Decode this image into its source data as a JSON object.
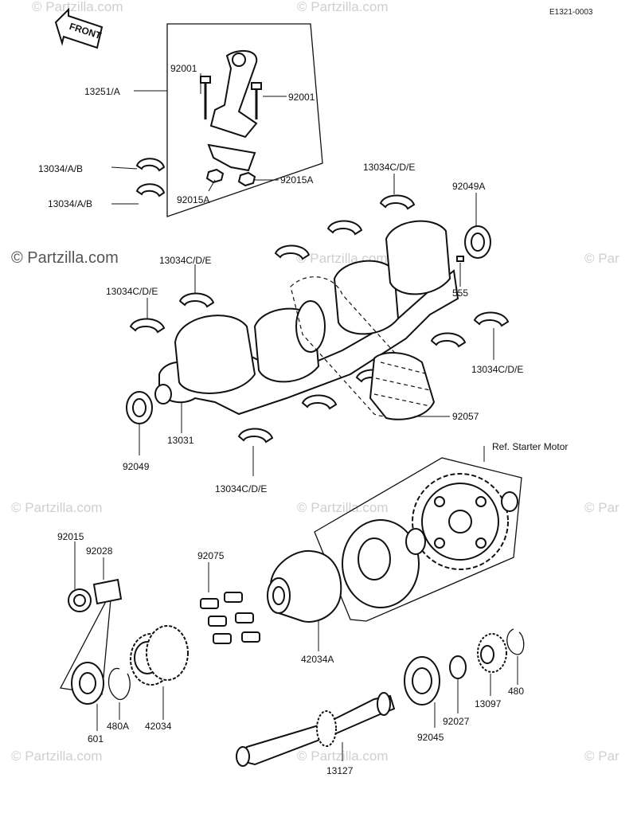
{
  "diagram": {
    "code": "E1321-0003",
    "front_label": "FRONT",
    "ref_note": "Ref. Starter Motor",
    "watermarks": [
      "© Partzilla.com",
      "© Par"
    ],
    "labels": [
      "13251/A",
      "92001",
      "92001",
      "13034/A/B",
      "13034/A/B",
      "92015A",
      "92015A",
      "13034C/D/E",
      "92049A",
      "13034C/D/E",
      "13034C/D/E",
      "555",
      "13034C/D/E",
      "92057",
      "13031",
      "92049",
      "13034C/D/E",
      "92015",
      "92028",
      "92075",
      "42034A",
      "601",
      "480A",
      "42034",
      "92045",
      "92027",
      "13097",
      "480",
      "13127"
    ]
  }
}
